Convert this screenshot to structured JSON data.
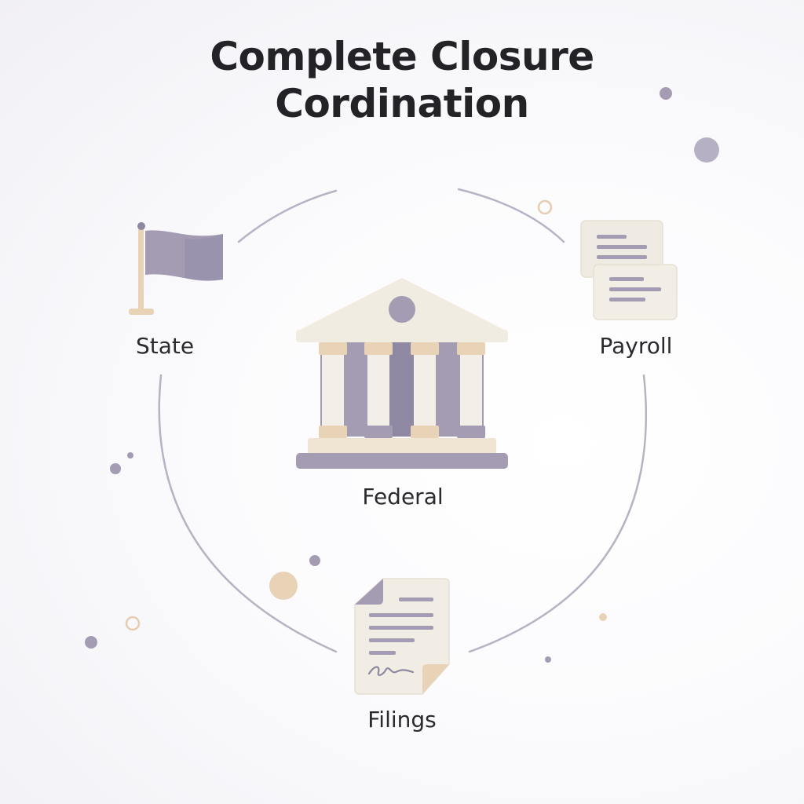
{
  "title": {
    "line1": "Complete Closure",
    "line2": "Cordination"
  },
  "nodes": {
    "state": "State",
    "payroll": "Payroll",
    "federal": "Federal",
    "filings": "Filings"
  },
  "colors": {
    "lavender": "#a39cb3",
    "lavender_dark": "#8f88a2",
    "cream": "#f0ebe0",
    "tan": "#e8d3b6",
    "ring": "#b7b3c2",
    "text": "#232227"
  },
  "icons": {
    "state": "flag-icon",
    "payroll": "documents-icon",
    "federal": "government-building-icon",
    "filings": "signed-document-icon"
  }
}
